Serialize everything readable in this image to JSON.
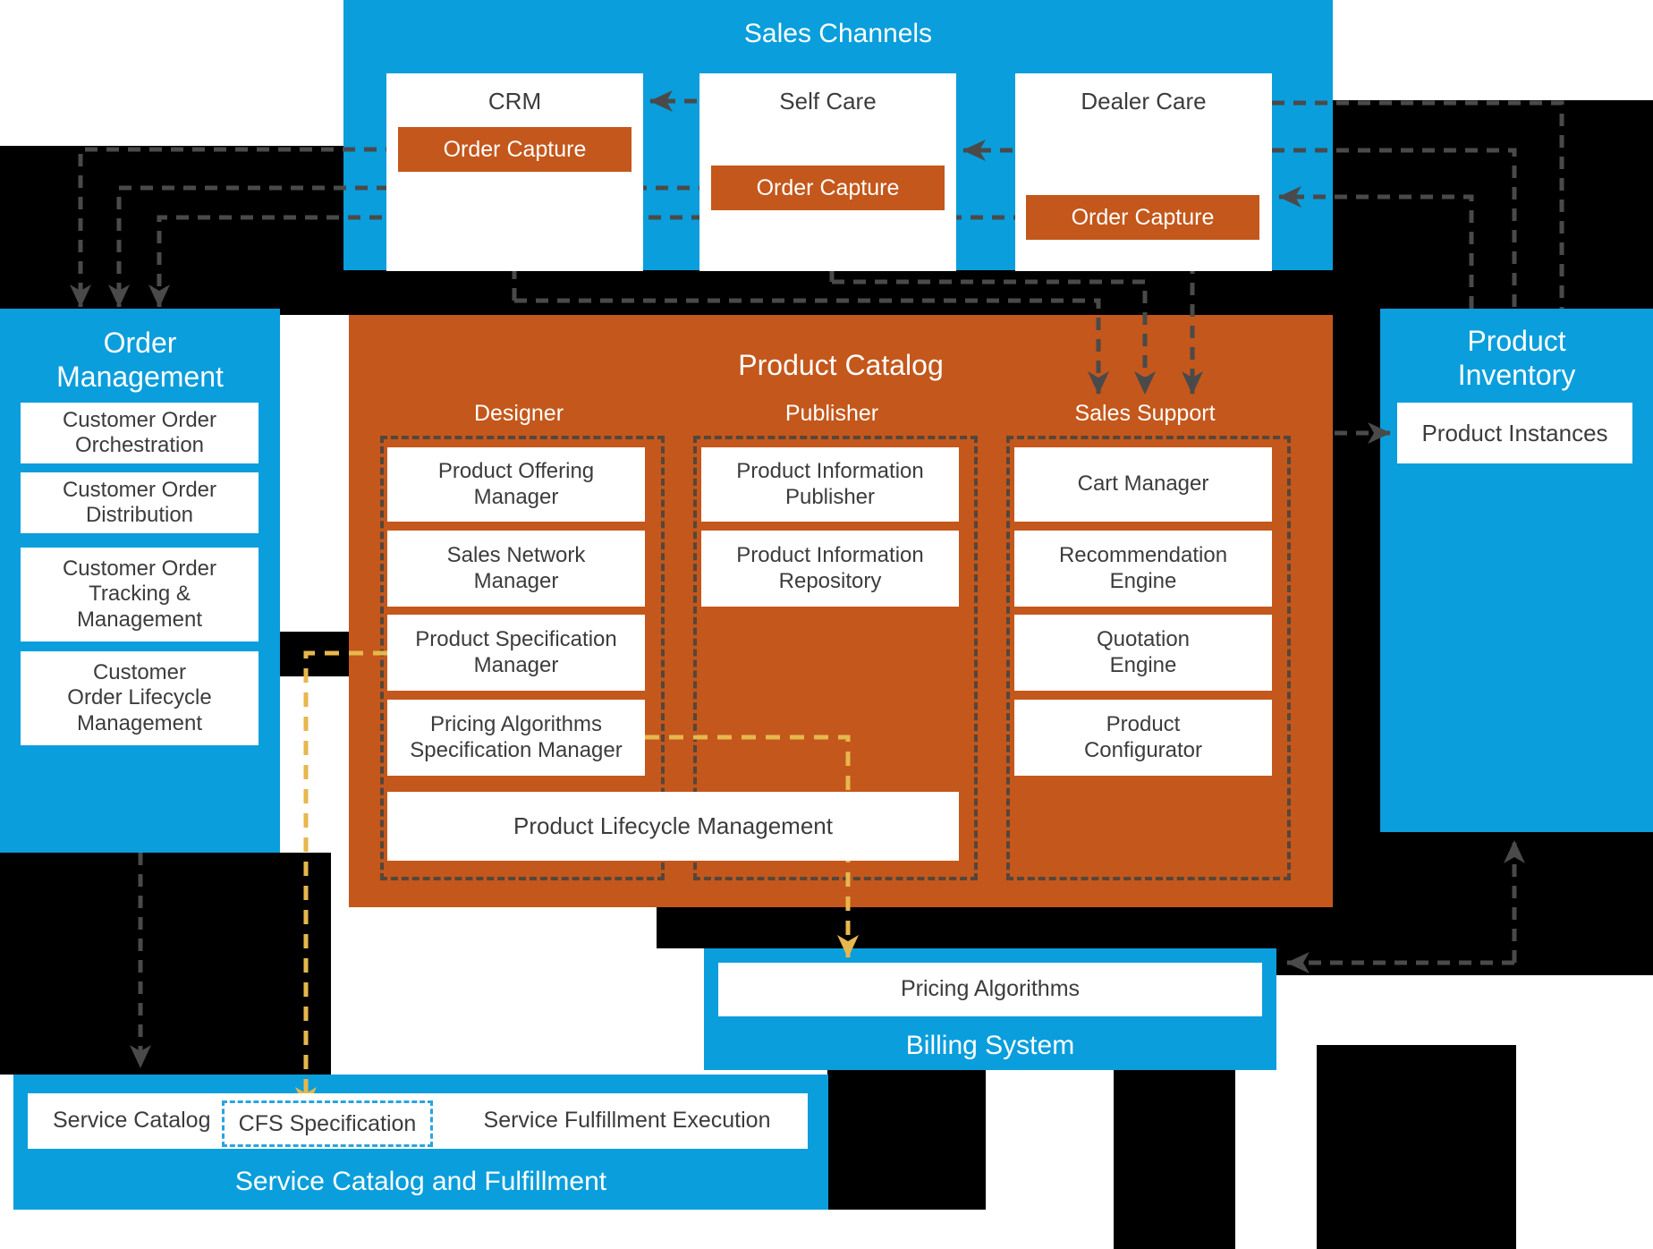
{
  "colors": {
    "panel_blue": "#0A9EDC",
    "panel_orange": "#C4571B",
    "connector_gray": "#4A4A4A",
    "connector_yellow": "#E6B74D",
    "cfs_dashed_border": "#2BA4DD",
    "column_dashed_border": "#54463C",
    "text_dark": "#3C3C3C",
    "text_light": "#FFFFFF",
    "background": "#000000"
  },
  "sales_channels": {
    "title": "Sales Channels",
    "channels": [
      {
        "name": "CRM",
        "order_capture": "Order Capture"
      },
      {
        "name": "Self Care",
        "order_capture": "Order Capture"
      },
      {
        "name": "Dealer Care",
        "order_capture": "Order Capture"
      }
    ]
  },
  "order_management": {
    "title": "Order\nManagement",
    "items": [
      "Customer Order\nOrchestration",
      "Customer Order\nDistribution",
      "Customer Order\nTracking &\nManagement",
      "Customer\nOrder Lifecycle\nManagement"
    ]
  },
  "product_catalog": {
    "title": "Product Catalog",
    "columns": [
      {
        "label": "Designer",
        "boxes": [
          "Product Offering\nManager",
          "Sales Network\nManager",
          "Product Specification\nManager",
          "Pricing Algorithms\nSpecification Manager"
        ]
      },
      {
        "label": "Publisher",
        "boxes": [
          "Product Information\nPublisher",
          "Product Information\nRepository"
        ]
      },
      {
        "label": "Sales Support",
        "boxes": [
          "Cart Manager",
          "Recommendation\nEngine",
          "Quotation\nEngine",
          "Product\nConfigurator"
        ]
      }
    ],
    "lifecycle": "Product Lifecycle Management"
  },
  "product_inventory": {
    "title": "Product\nInventory",
    "box": "Product Instances"
  },
  "billing": {
    "box": "Pricing Algorithms",
    "title": "Billing System"
  },
  "service_fulfillment": {
    "boxes": [
      "Service Catalog",
      "CFS Specification",
      "Service Fulfillment Execution"
    ],
    "title": "Service Catalog and Fulfillment"
  }
}
